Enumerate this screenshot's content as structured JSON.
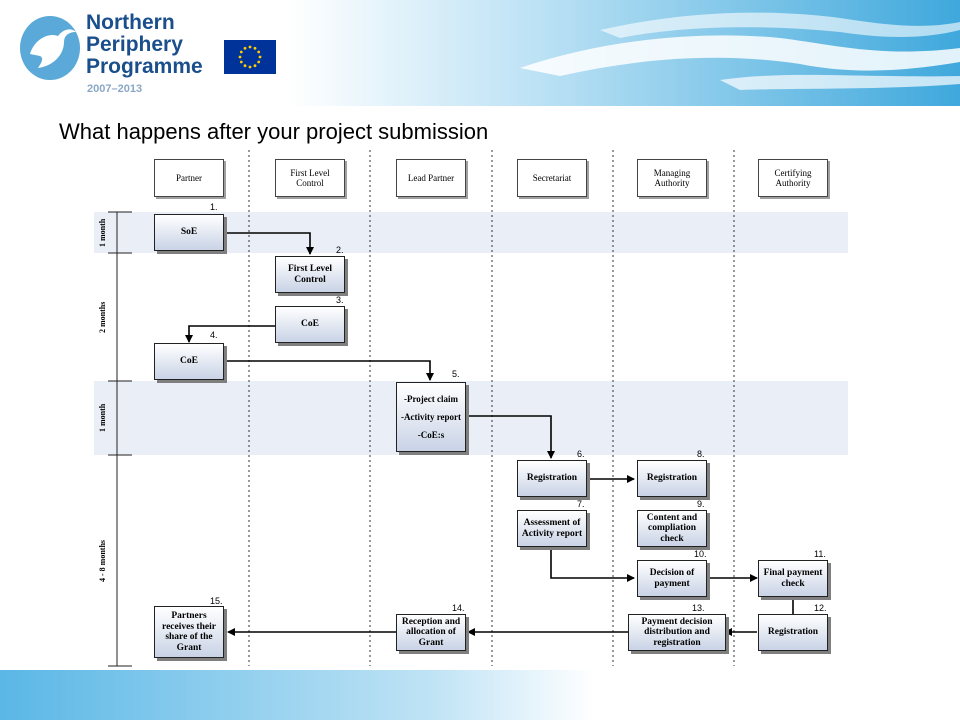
{
  "logo": {
    "line1": "Northern",
    "line2": "Periphery",
    "line3": "Programme",
    "years": "2007–2013"
  },
  "title": "What happens after your project submission",
  "lanes": [
    "Partner",
    "First Level Control",
    "Lead Partner",
    "Secretariat",
    "Managing Authority",
    "Certifying Authority"
  ],
  "periods": [
    "1 month",
    "2 months",
    "1 month",
    "4 - 8 months"
  ],
  "steps": {
    "s1": {
      "num": "1.",
      "label": "SoE"
    },
    "s2": {
      "num": "2.",
      "label": "First Level Control"
    },
    "s3": {
      "num": "3.",
      "label": "CoE"
    },
    "s4": {
      "num": "4.",
      "label": "CoE"
    },
    "s5": {
      "num": "5.",
      "line1": "-Project claim",
      "line2": "-Activity report",
      "line3": "-CoE:s"
    },
    "s6": {
      "num": "6.",
      "label": "Registration"
    },
    "s7": {
      "num": "7.",
      "label": "Assessment of Activity report"
    },
    "s8": {
      "num": "8.",
      "label": "Registration"
    },
    "s9": {
      "num": "9.",
      "label": "Content and compliation check"
    },
    "s10": {
      "num": "10.",
      "label": "Decision of payment"
    },
    "s11": {
      "num": "11.",
      "label": "Final payment check"
    },
    "s12": {
      "num": "12.",
      "label": "Registration"
    },
    "s13": {
      "num": "13.",
      "label": "Payment decision distribution and registration"
    },
    "s14": {
      "num": "14.",
      "label": "Reception and allocation of Grant"
    },
    "s15": {
      "num": "15.",
      "label": "Partners receives their share of the Grant"
    }
  },
  "colors": {
    "box_fill_top": "#ffffff",
    "box_fill_bottom": "#c9d3e6",
    "band": "#e9eef7",
    "logo_blue": "#1b4f8c"
  }
}
